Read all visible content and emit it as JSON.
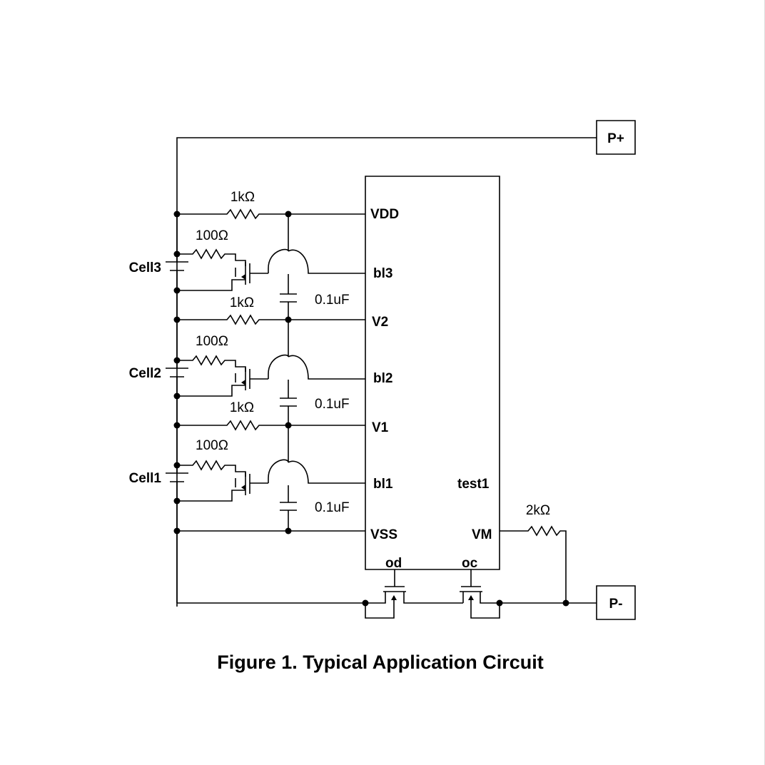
{
  "caption": "Figure 1.  Typical Application Circuit",
  "terminals": {
    "p_plus": "P+",
    "p_minus": "P-"
  },
  "ic_pins": {
    "vdd": "VDD",
    "bl3": "bl3",
    "v2": "V2",
    "bl2": "bl2",
    "v1": "V1",
    "bl1": "bl1",
    "vss": "VSS",
    "test1": "test1",
    "vm": "VM",
    "od": "od",
    "oc": "oc"
  },
  "cells": {
    "cell3": "Cell3",
    "cell2": "Cell2",
    "cell1": "Cell1"
  },
  "components": {
    "r_vdd": "1kΩ",
    "r_v2": "1kΩ",
    "r_v1": "1kΩ",
    "r_bal3": "100Ω",
    "r_bal2": "100Ω",
    "r_bal1": "100Ω",
    "c_top": "0.1uF",
    "c_mid": "0.1uF",
    "c_bot": "0.1uF",
    "r_vm": "2kΩ"
  }
}
